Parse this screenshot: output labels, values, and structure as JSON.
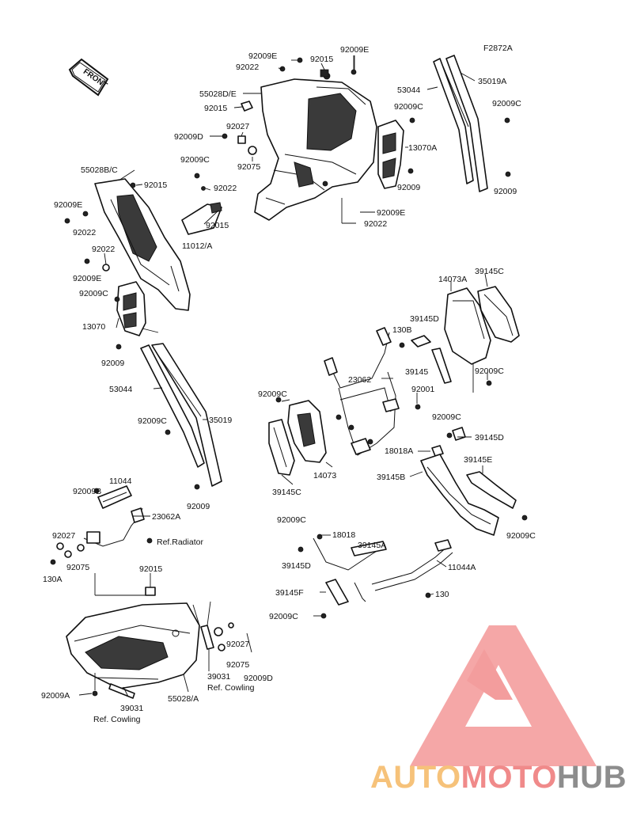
{
  "figure_code": "F2872A",
  "front_arrow": "FRONT",
  "parts": [
    {
      "id": "p1",
      "text": "92009E"
    },
    {
      "id": "p2",
      "text": "92022"
    },
    {
      "id": "p3",
      "text": "92015"
    },
    {
      "id": "p4",
      "text": "92009E"
    },
    {
      "id": "p5",
      "text": "55028D/E"
    },
    {
      "id": "p6",
      "text": "92015"
    },
    {
      "id": "p7",
      "text": "92027"
    },
    {
      "id": "p8",
      "text": "92009D"
    },
    {
      "id": "p9",
      "text": "92075"
    },
    {
      "id": "p10",
      "text": "53044"
    },
    {
      "id": "p11",
      "text": "35019A"
    },
    {
      "id": "p12",
      "text": "92009C"
    },
    {
      "id": "p13",
      "text": "92009C"
    },
    {
      "id": "p14",
      "text": "13070A"
    },
    {
      "id": "p15",
      "text": "92009"
    },
    {
      "id": "p16",
      "text": "92009"
    },
    {
      "id": "p17",
      "text": "92009E"
    },
    {
      "id": "p18",
      "text": "92022"
    },
    {
      "id": "p19",
      "text": "55028B/C"
    },
    {
      "id": "p20",
      "text": "92009C"
    },
    {
      "id": "p21",
      "text": "92015"
    },
    {
      "id": "p22",
      "text": "92022"
    },
    {
      "id": "p23",
      "text": "92009E"
    },
    {
      "id": "p24",
      "text": "92022"
    },
    {
      "id": "p25",
      "text": "92015"
    },
    {
      "id": "p26",
      "text": "11012/A"
    },
    {
      "id": "p27",
      "text": "92022"
    },
    {
      "id": "p28",
      "text": "92009E"
    },
    {
      "id": "p29",
      "text": "92009C"
    },
    {
      "id": "p30",
      "text": "13070"
    },
    {
      "id": "p31",
      "text": "92009"
    },
    {
      "id": "p32",
      "text": "53044"
    },
    {
      "id": "p33",
      "text": "92009C"
    },
    {
      "id": "p34",
      "text": "35019"
    },
    {
      "id": "p35",
      "text": "92009"
    },
    {
      "id": "p36",
      "text": "14073A"
    },
    {
      "id": "p37",
      "text": "39145C"
    },
    {
      "id": "p38",
      "text": "39145D"
    },
    {
      "id": "p39",
      "text": "130B"
    },
    {
      "id": "p40",
      "text": "23062"
    },
    {
      "id": "p41",
      "text": "39145"
    },
    {
      "id": "p42",
      "text": "92009C"
    },
    {
      "id": "p43",
      "text": "92009C"
    },
    {
      "id": "p44",
      "text": "92001"
    },
    {
      "id": "p45",
      "text": "92009C"
    },
    {
      "id": "p46",
      "text": "39145D"
    },
    {
      "id": "p47",
      "text": "18018A"
    },
    {
      "id": "p48",
      "text": "39145E"
    },
    {
      "id": "p49",
      "text": "39145B"
    },
    {
      "id": "p50",
      "text": "39145C"
    },
    {
      "id": "p51",
      "text": "14073"
    },
    {
      "id": "p52",
      "text": "92009C"
    },
    {
      "id": "p53",
      "text": "92009B"
    },
    {
      "id": "p54",
      "text": "11044"
    },
    {
      "id": "p55",
      "text": "23062A"
    },
    {
      "id": "p56",
      "text": "92027"
    },
    {
      "id": "p57",
      "text": "Ref.Radiator"
    },
    {
      "id": "p58",
      "text": "92075"
    },
    {
      "id": "p59",
      "text": "130A"
    },
    {
      "id": "p60",
      "text": "92009C"
    },
    {
      "id": "p61",
      "text": "18018"
    },
    {
      "id": "p62",
      "text": "39145A"
    },
    {
      "id": "p63",
      "text": "39145D"
    },
    {
      "id": "p64",
      "text": "11044A"
    },
    {
      "id": "p65",
      "text": "130"
    },
    {
      "id": "p66",
      "text": "39145F"
    },
    {
      "id": "p67",
      "text": "92009C"
    },
    {
      "id": "p68",
      "text": "92015"
    },
    {
      "id": "p69",
      "text": "92027"
    },
    {
      "id": "p70",
      "text": "92075"
    },
    {
      "id": "p71",
      "text": "39031"
    },
    {
      "id": "p72",
      "text": "Ref. Cowling"
    },
    {
      "id": "p73",
      "text": "92009D"
    },
    {
      "id": "p74",
      "text": "55028/A"
    },
    {
      "id": "p75",
      "text": "92009A"
    },
    {
      "id": "p76",
      "text": "39031"
    },
    {
      "id": "p77",
      "text": "Ref. Cowling"
    }
  ],
  "watermark": {
    "part1": "AUTO",
    "part2": "MOTO",
    "part3": "HUB",
    "colors": {
      "auto": "#f6c27a",
      "moto": "#f08a8a",
      "hub": "#8d8d8d",
      "logo": "#f28c8c"
    }
  }
}
